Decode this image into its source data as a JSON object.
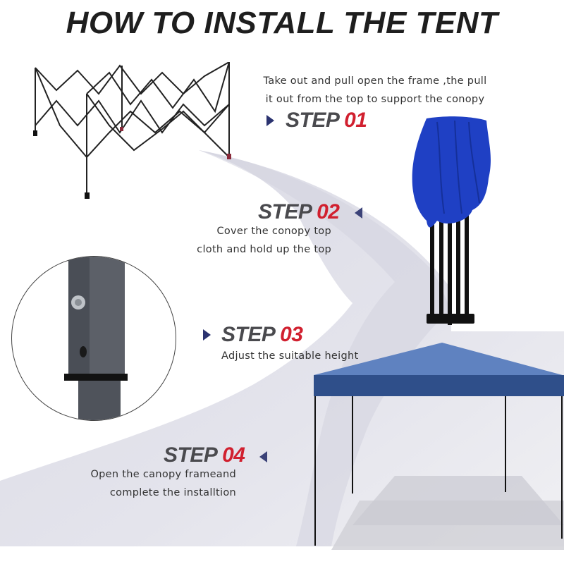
{
  "header": {
    "title": "HOW TO INSTALL THE TENT"
  },
  "steps": [
    {
      "word": "STEP",
      "number": "01",
      "lines": [
        "Take out and pull open the frame ,the pull",
        "it out from the top to support the conopy"
      ],
      "arrow": "right"
    },
    {
      "word": "STEP",
      "number": "02",
      "lines": [
        "Cover the conopy top",
        "cloth and hold up the top"
      ],
      "arrow": "left"
    },
    {
      "word": "STEP",
      "number": "03",
      "lines": [
        "Adjust the suitable height"
      ],
      "arrow": "right"
    },
    {
      "word": "STEP",
      "number": "04",
      "lines": [
        "Open the canopy frameand",
        "complete the installtion"
      ],
      "arrow": "left"
    }
  ],
  "images": {
    "frame": "collapsible-steel-frame",
    "folded": "folded-blue-canopy",
    "closeup": "adjustable-leg-closeup",
    "finished": "assembled-blue-canopy-tent"
  },
  "colors": {
    "accent_red": "#d1202f",
    "arrow_navy": "#2b3370",
    "heading_gray": "#4a4a4e",
    "band_gray": "#dcdce6",
    "canopy_blue": "#2f4f8a",
    "folded_blue": "#1e3fc0"
  }
}
